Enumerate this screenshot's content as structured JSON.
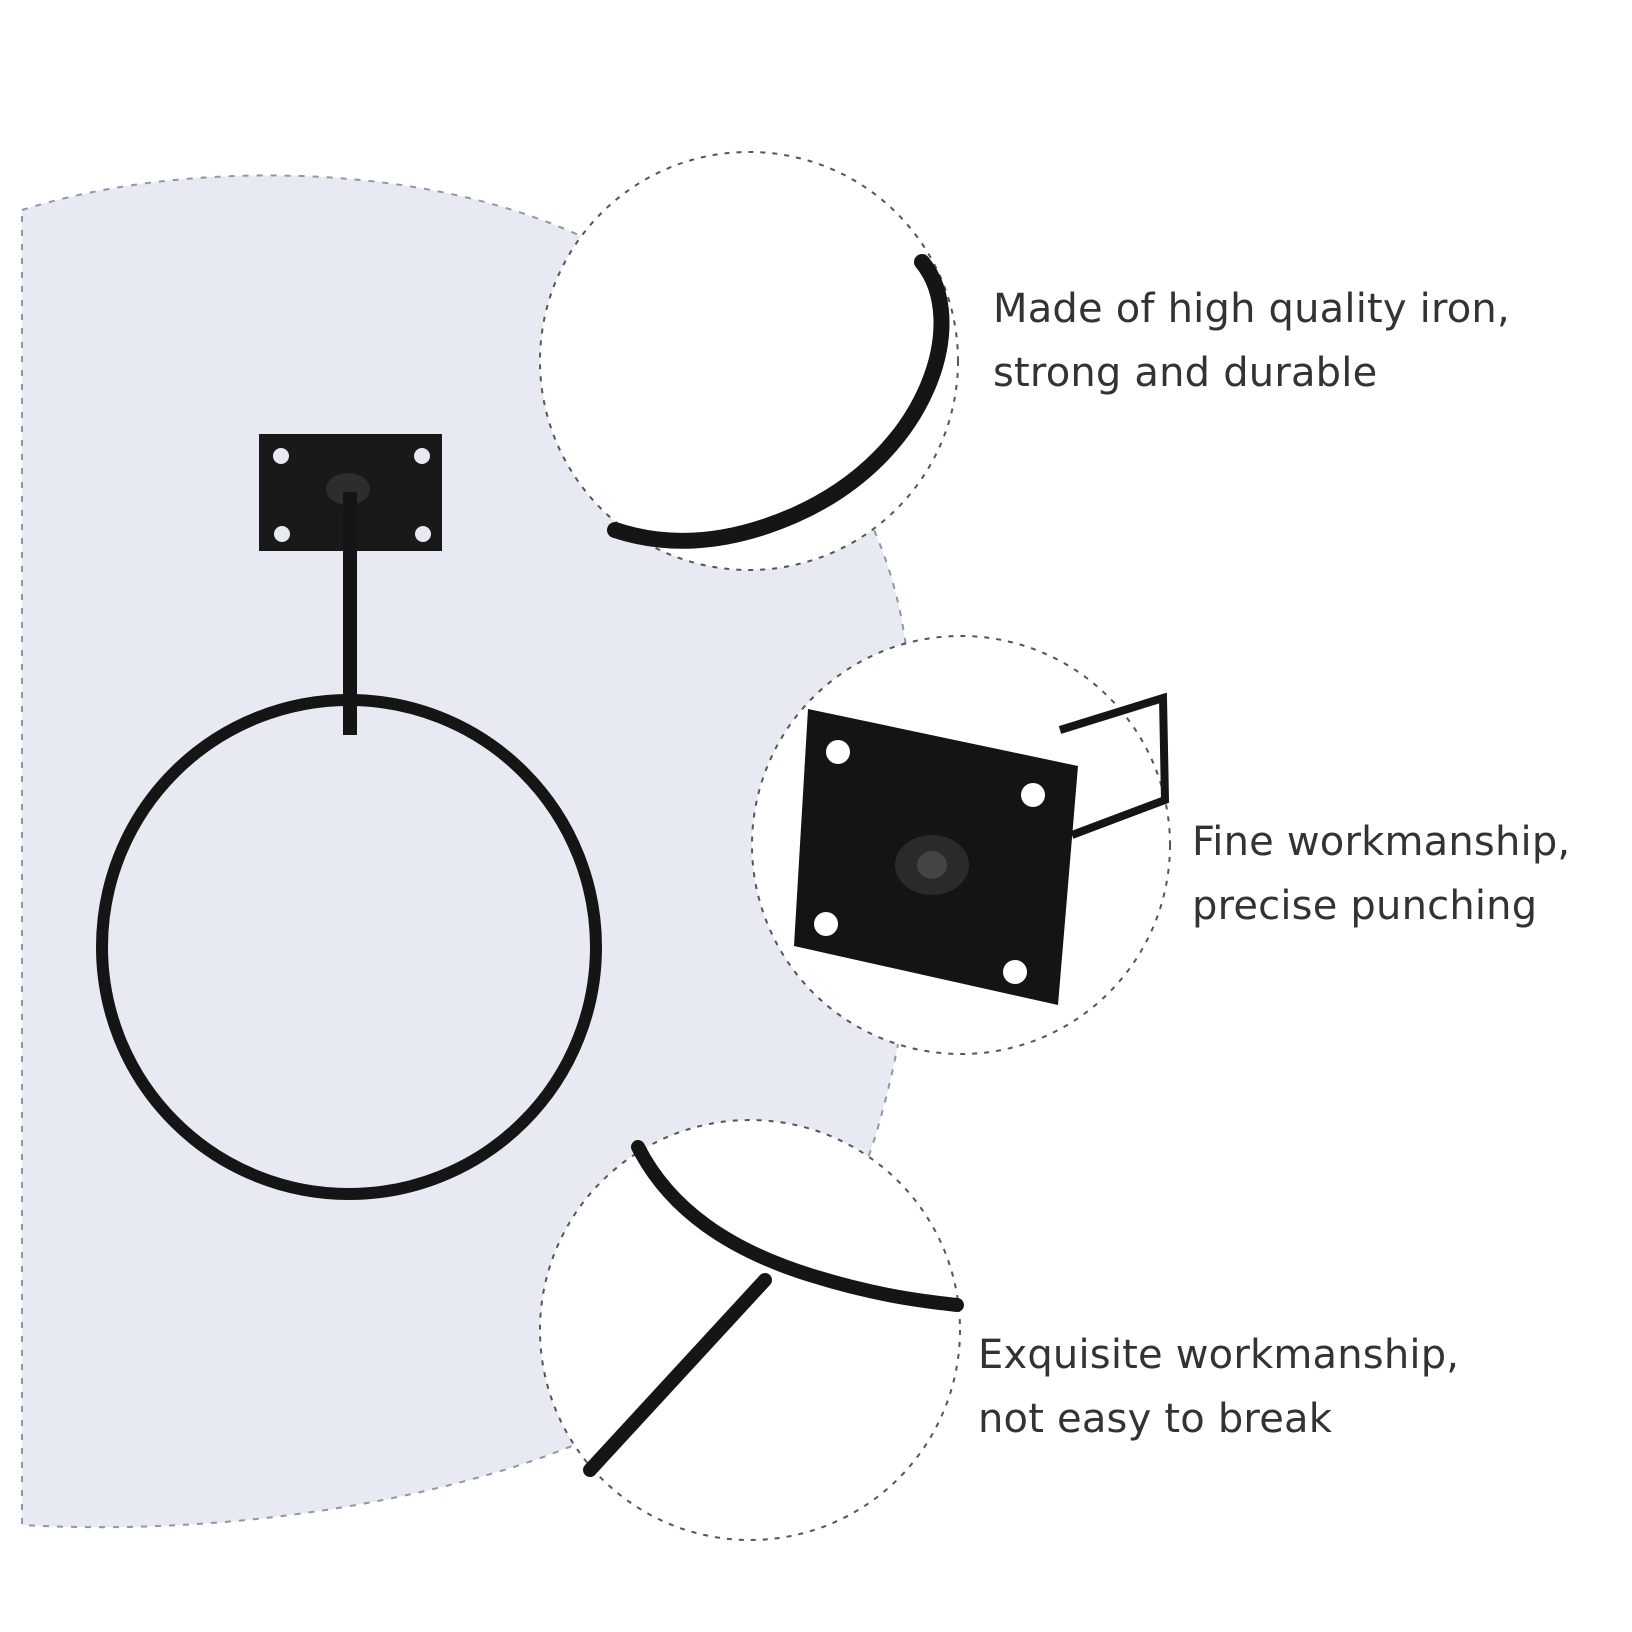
{
  "features": [
    {
      "line1": "Made of high quality iron,",
      "line2": "strong and durable",
      "icon": "ring-edge-closeup"
    },
    {
      "line1": "Fine workmanship,",
      "line2": "precise punching",
      "icon": "mounting-plate-closeup"
    },
    {
      "line1": "Exquisite workmanship,",
      "line2": "not easy to break",
      "icon": "weld-joint-closeup"
    }
  ],
  "colors": {
    "background": "#ffffff",
    "backdrop": "#e7eaf2",
    "metal": "#151515",
    "dashed_outline": "#666666",
    "text": "#333333"
  }
}
